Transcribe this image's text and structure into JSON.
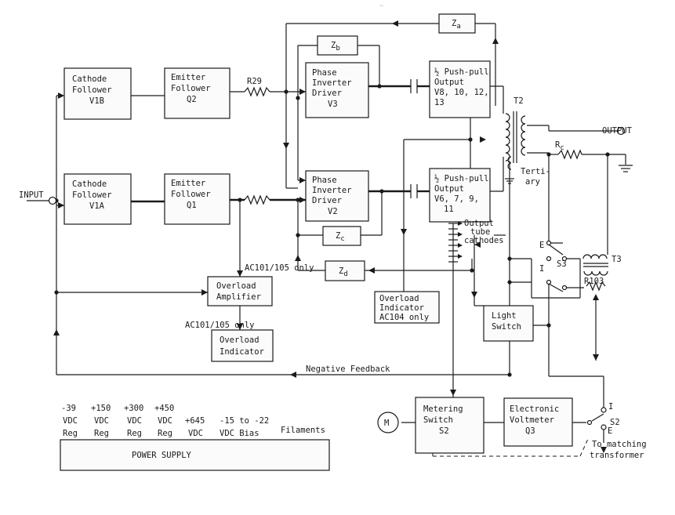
{
  "blocks": {
    "cf_v1b": [
      "Cathode",
      "Follower",
      "V1B"
    ],
    "ef_q2": [
      "Emitter",
      "Follower",
      "Q2"
    ],
    "cf_v1a": [
      "Cathode",
      "Follower",
      "V1A"
    ],
    "ef_q1": [
      "Emitter",
      "Follower",
      "Q1"
    ],
    "pi_v3": [
      "Phase",
      "Inverter",
      "Driver",
      "V3"
    ],
    "pi_v2": [
      "Phase",
      "Inverter",
      "Driver",
      "V2"
    ],
    "pp_upper": [
      "½ Push-pull",
      "Output",
      "V8, 10, 12,",
      "13"
    ],
    "pp_lower": [
      "½ Push-pull",
      "Output",
      "V6, 7, 9,",
      "11"
    ],
    "overload_amp": [
      "Overload",
      "Amplifier"
    ],
    "overload_ind": [
      "Overload",
      "Indicator"
    ],
    "overload_ind_104": [
      "Overload",
      "Indicator",
      "AC104 only"
    ],
    "light_switch": [
      "Light",
      "Switch"
    ],
    "metering_switch": [
      "Metering",
      "Switch",
      "S2"
    ],
    "evm": [
      "Electronic",
      "Voltmeter",
      "Q3"
    ],
    "power_supply": "POWER SUPPLY"
  },
  "impedances": {
    "za": {
      "base": "Z",
      "sub": "a"
    },
    "zb": {
      "base": "Z",
      "sub": "b"
    },
    "zc": {
      "base": "Z",
      "sub": "c"
    },
    "zd": {
      "base": "Z",
      "sub": "d"
    },
    "rc": {
      "base": "R",
      "sub": "c"
    }
  },
  "labels": {
    "input": "INPUT",
    "output": "OUTPUT",
    "r29": "R29",
    "t2": "T2",
    "t3": "T3",
    "r103": "R103",
    "s3": "S3",
    "s2": "S2",
    "e_s3": "E",
    "i_s3": "I",
    "i_s2": "I",
    "e_s2": "E",
    "tertiary": [
      "Terti-",
      "ary"
    ],
    "output_tube_cathodes": [
      "Output",
      "tube",
      "cathodes"
    ],
    "ac101_only_upper": "AC101/105 only",
    "ac101_only_lower": "AC101/105 only",
    "negative_feedback": "Negative Feedback",
    "matching_transformer": [
      "To matching",
      "transformer"
    ],
    "meter": "M",
    "scan_mark": "~"
  },
  "supply_rails": [
    {
      "l1": "-39",
      "l2": "VDC",
      "l3": "Reg"
    },
    {
      "l1": "+150",
      "l2": "VDC",
      "l3": "Reg"
    },
    {
      "l1": "+300",
      "l2": "VDC",
      "l3": "Reg"
    },
    {
      "l1": "+450",
      "l2": "VDC",
      "l3": "Reg"
    },
    {
      "l1": "",
      "l2": "+645",
      "l3": "VDC"
    },
    {
      "l1": "",
      "l2": "-15 to -22",
      "l3": "VDC Bias"
    },
    {
      "l1": "",
      "l2": "Filaments",
      "l3": ""
    }
  ]
}
